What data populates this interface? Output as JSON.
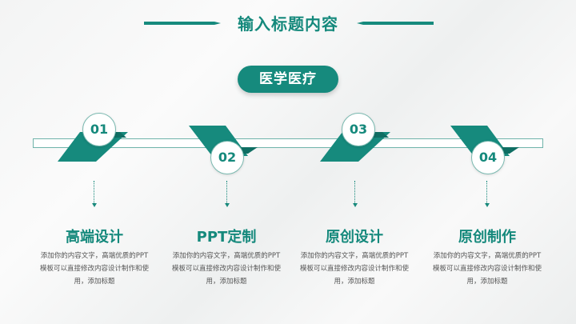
{
  "header": {
    "title": "输入标题内容",
    "subtitle_pill": "医学医疗"
  },
  "colors": {
    "accent": "#168a7d",
    "accent_dark": "#0f6e63",
    "text_body": "#555555"
  },
  "steps": [
    {
      "number": "01",
      "title": "高端设计",
      "description": "添加你的内容文字，高端优质的PPT模板可以直接修改内容设计制作和使用，添加标题"
    },
    {
      "number": "02",
      "title": "PPT定制",
      "description": "添加你的内容文字，高端优质的PPT模板可以直接修改内容设计制作和使用，添加标题"
    },
    {
      "number": "03",
      "title": "原创设计",
      "description": "添加你的内容文字，高端优质的PPT模板可以直接修改内容设计制作和使用，添加标题"
    },
    {
      "number": "04",
      "title": "原创制作",
      "description": "添加你的内容文字，高端优质的PPT模板可以直接修改内容设计制作和使用，添加标题"
    }
  ]
}
